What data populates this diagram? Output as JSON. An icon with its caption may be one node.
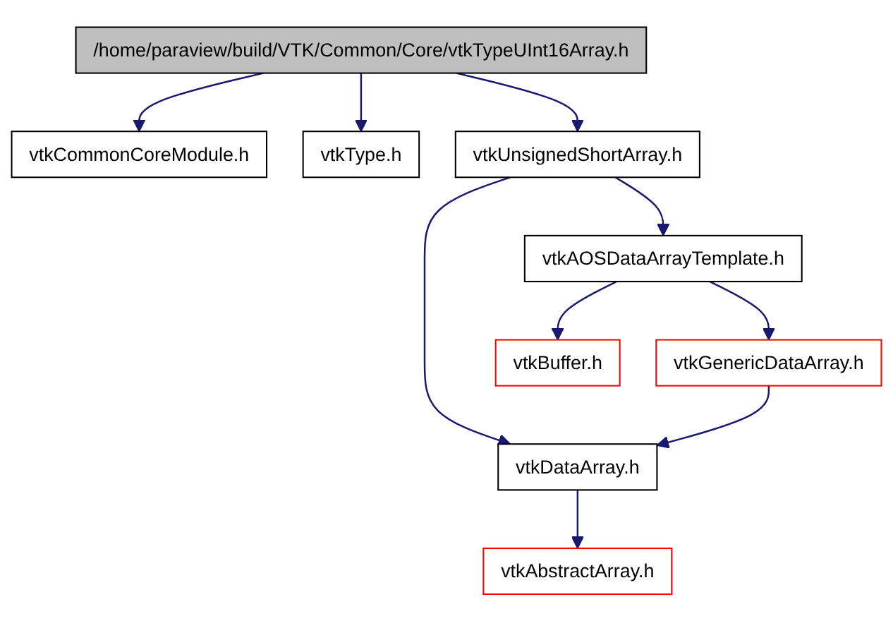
{
  "diagram": {
    "nodes": [
      {
        "text": [
          "/home/paraview/build/VTK/Common/Core/vtkTypeUInt16Array.h"
        ]
      },
      {
        "text": [
          "vtkCommonCoreModule.h"
        ]
      },
      {
        "text": [
          "vtkType.h"
        ]
      },
      {
        "text": [
          "vtkUnsignedShortArray.h"
        ]
      },
      {
        "text": [
          "vtkAOSDataArrayTemplate.h"
        ]
      },
      {
        "text": [
          "vtkGenericDataArray.h"
        ]
      },
      {
        "text": [
          "vtkBuffer.h"
        ]
      },
      {
        "text": [
          "vtkDataArray.h"
        ]
      },
      {
        "text": [
          "vtkAbstractArray.h"
        ]
      }
    ],
    "edges": [
      {
        "from": 0,
        "to": 1,
        "arrow": "to"
      },
      {
        "from": 0,
        "to": 2,
        "arrow": "to"
      },
      {
        "from": 0,
        "to": 3,
        "arrow": "to"
      },
      {
        "from": 3,
        "to": 4,
        "arrow": "to"
      },
      {
        "from": 3,
        "to": 7,
        "arrow": "to"
      },
      {
        "from": 4,
        "to": 5,
        "arrow": "to"
      },
      {
        "from": 4,
        "to": 6,
        "arrow": "to"
      },
      {
        "from": 5,
        "to": 7,
        "arrow": "to"
      },
      {
        "from": 7,
        "to": 8,
        "arrow": "to"
      }
    ]
  }
}
